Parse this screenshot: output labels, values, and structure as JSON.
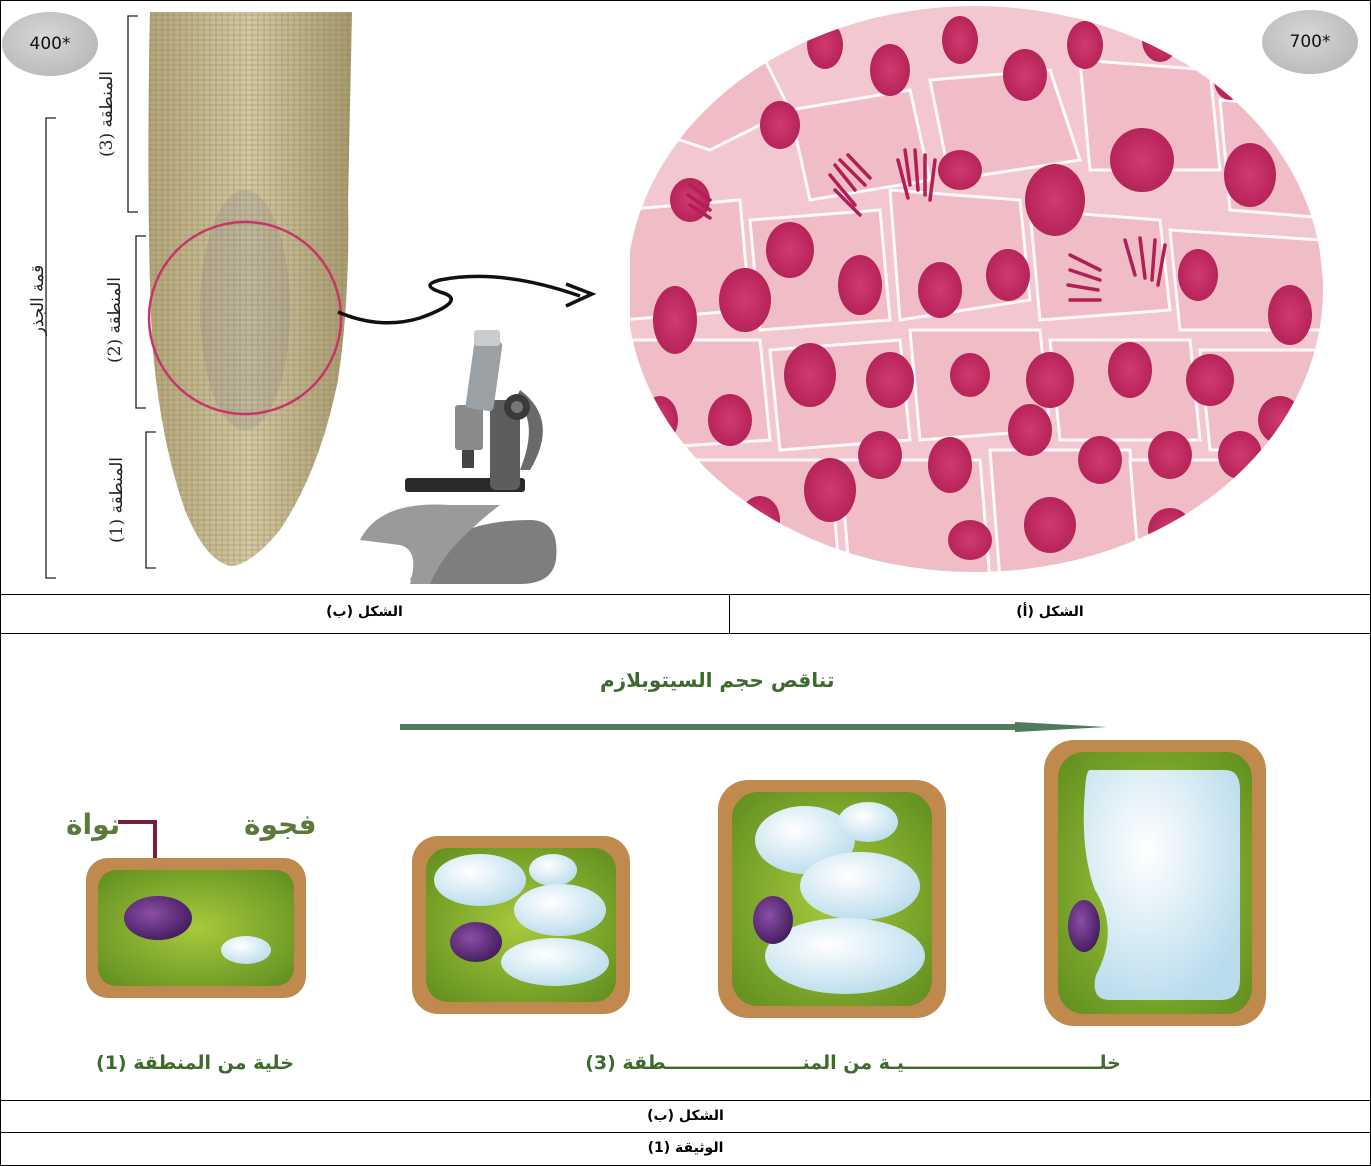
{
  "zoom": {
    "left": "400*",
    "right": "700*"
  },
  "root": {
    "tip_label": "قمة الجذر",
    "zone3": "المنطقة (3)",
    "zone2": "المنطقة (2)",
    "zone1": "المنطقة (1)"
  },
  "captions": {
    "fig_b_top": "الشكل (ب)",
    "fig_a_top": "الشكل (أ)",
    "fig_b_bottom": "الشكل (ب)",
    "document": "الوثيقة (1)"
  },
  "cells": {
    "arrow_title": "تناقص حجم السيتوبلازم",
    "nucleus_label": "نواة",
    "vacuole_label": "فجوة",
    "zone1_caption": "خلية من المنطقة (1)",
    "zone3_caption": "خلــــــــــــــــــــــــــــــيـة من المنـــــــــــــــــــــطقة (3)"
  },
  "colors": {
    "root_circle": "#c8336b",
    "arrow": "#4f7a5d",
    "label_line": "#7a1f3a",
    "cell_wall": "#c08a4e",
    "cytoplasm": "#7fae2a",
    "vacuole": "#d8ecf5",
    "nucleus": "#5b2a7a",
    "chromatin": "#c0245a"
  }
}
